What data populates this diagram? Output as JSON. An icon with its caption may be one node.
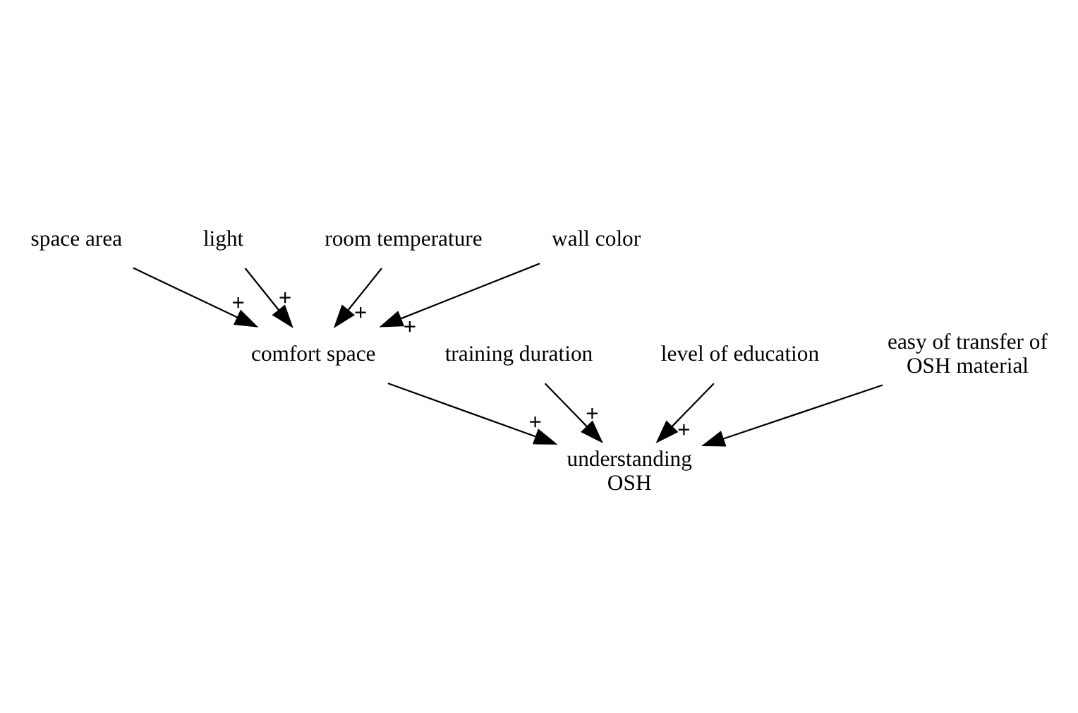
{
  "diagram": {
    "nodes": [
      {
        "text": [
          "space area"
        ]
      },
      {
        "text": [
          "light"
        ]
      },
      {
        "text": [
          "room temperature"
        ]
      },
      {
        "text": [
          "wall color"
        ]
      },
      {
        "text": [
          "comfort space"
        ]
      },
      {
        "text": [
          "training duration"
        ]
      },
      {
        "text": [
          "level of education"
        ]
      },
      {
        "text": [
          "understanding OSH"
        ]
      },
      {
        "text": [
          "easy of transfer of OSH material"
        ]
      }
    ],
    "edges": [
      {
        "from": 0,
        "to": 4,
        "arrow": "to",
        "label": "+"
      },
      {
        "from": 1,
        "to": 4,
        "arrow": "to",
        "label": "+"
      },
      {
        "from": 2,
        "to": 4,
        "arrow": "to",
        "label": "+"
      },
      {
        "from": 3,
        "to": 4,
        "arrow": "to",
        "label": "+"
      },
      {
        "from": 4,
        "to": 7,
        "arrow": "to",
        "label": "+"
      },
      {
        "from": 5,
        "to": 7,
        "arrow": "to",
        "label": "+"
      },
      {
        "from": 6,
        "to": 7,
        "arrow": "to",
        "label": "+"
      },
      {
        "from": 8,
        "to": 7,
        "arrow": "to"
      }
    ]
  }
}
